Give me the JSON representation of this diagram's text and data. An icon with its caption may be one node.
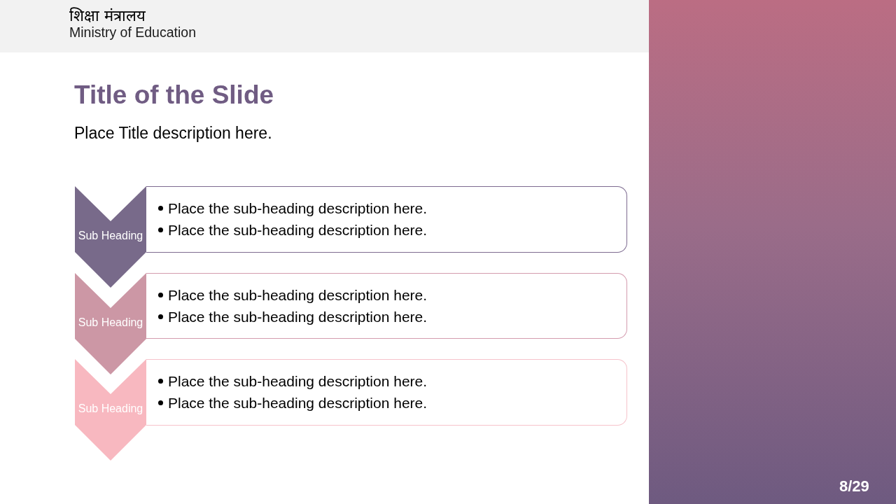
{
  "diagram": {
    "title": "Title of the Slide",
    "nodes": [
      {
        "text": [
          "Sub Heading"
        ]
      },
      {
        "text": [
          "Place the sub-heading description here.",
          "Place the sub-heading description here."
        ]
      },
      {
        "text": [
          "Sub Heading"
        ]
      },
      {
        "text": [
          "Place the sub-heading description here.",
          "Place the sub-heading description here."
        ]
      },
      {
        "text": [
          "Sub Heading"
        ]
      },
      {
        "text": [
          "Place the sub-heading description here.",
          "Place the sub-heading description here."
        ]
      }
    ],
    "labels": [
      "शिक्षा मंत्रालय",
      "Ministry of Education",
      "Place Title description here.",
      "8/29"
    ]
  }
}
